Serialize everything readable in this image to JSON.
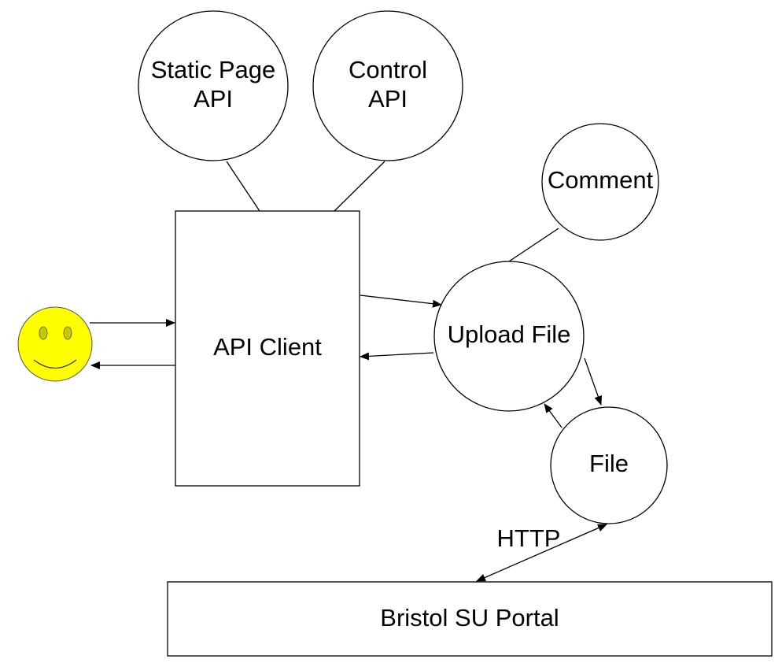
{
  "nodes": {
    "static_page_api": {
      "line1": "Static Page",
      "line2": "API"
    },
    "control_api": {
      "line1": "Control",
      "line2": "API"
    },
    "comment": {
      "label": "Comment"
    },
    "api_client": {
      "label": "API Client"
    },
    "upload_file": {
      "label": "Upload File"
    },
    "file": {
      "label": "File"
    },
    "bristol_su_portal": {
      "label": "Bristol SU Portal"
    }
  },
  "edges": {
    "http_label": "HTTP"
  },
  "colors": {
    "smiley_fill": "#ffff00",
    "smiley_eye": "#c8c800",
    "stroke": "#000000"
  }
}
